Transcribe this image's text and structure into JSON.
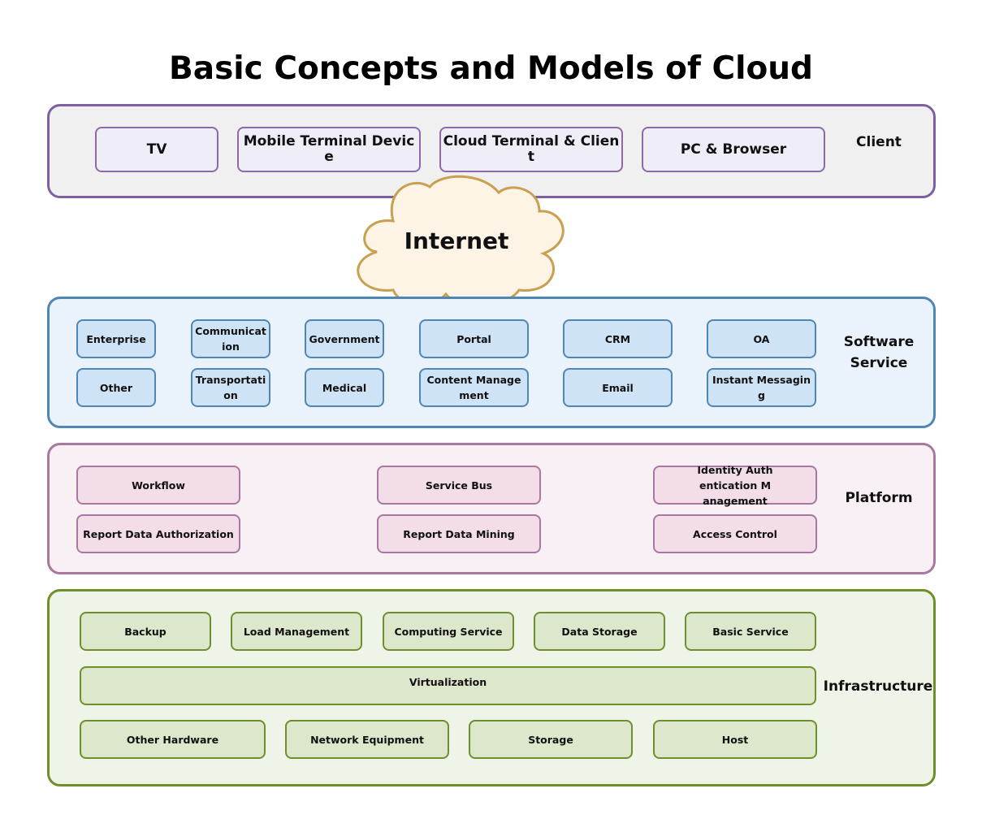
{
  "title": "Basic Concepts and Models of Cloud",
  "colors": {
    "client_border": "#7e5fa0",
    "software_border": "#4f86b3",
    "platform_border": "#a878a0",
    "infrastructure_border": "#6f8f2c",
    "cloud_fill": "#fdf4e6",
    "cloud_border": "#c8a050"
  },
  "client": {
    "label": "Client",
    "items": [
      "TV",
      "Mobile Terminal Device",
      "Cloud Terminal & Client",
      "PC & Browser"
    ]
  },
  "internet": {
    "label": "Internet"
  },
  "software": {
    "label": "Software Service",
    "items": [
      "Enterprise",
      "Communication",
      "Government",
      "Portal",
      "CRM",
      "OA",
      "Other",
      "Transportation",
      "Medical",
      "Content Management",
      "Email",
      "Instant Messaging"
    ]
  },
  "platform": {
    "label": "Platform",
    "items": [
      "Workflow",
      "Service Bus",
      "Identity Authentication Management",
      "Report Data Authorization",
      "Report Data Mining",
      "Access Control"
    ]
  },
  "infrastructure": {
    "label": "Infrastructure",
    "items": [
      "Backup",
      "Load Management",
      "Computing Service",
      "Data Storage",
      "Basic Service",
      "Virtualization",
      "Other Hardware",
      "Network Equipment",
      "Storage",
      "Host"
    ]
  }
}
